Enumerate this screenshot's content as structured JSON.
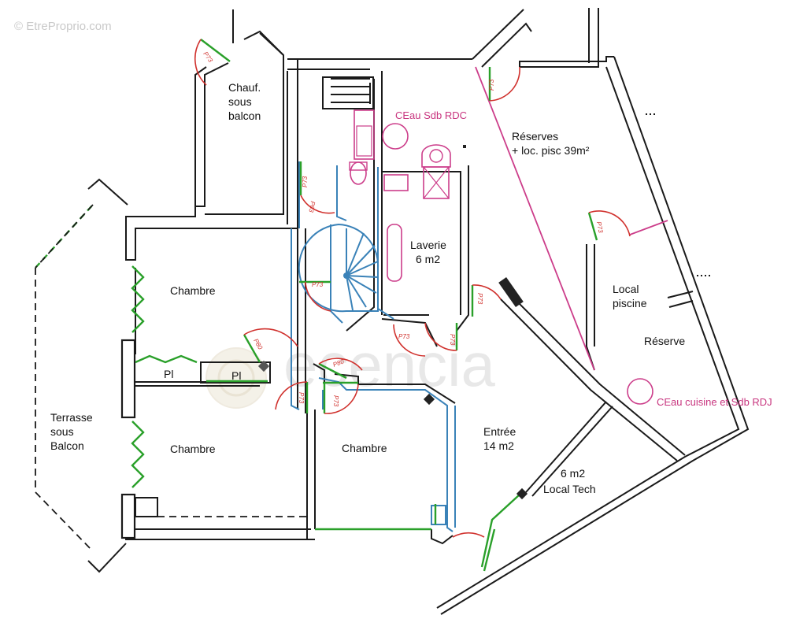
{
  "watermark": "© EtreProprio.com",
  "agency_logo": "ecencia",
  "rooms": {
    "chauf": [
      "Chauf.",
      "sous",
      "balcon"
    ],
    "reserves": [
      "Réserves",
      "+ loc. pisc 39m²"
    ],
    "ceau_sdb_rdc": "CEau Sdb RDC",
    "laverie": [
      "Laverie",
      "6 m2"
    ],
    "chambre_top": "Chambre",
    "chambre_left": "Chambre",
    "chambre_mid": "Chambre",
    "pl_left": "Pl",
    "pl_right": "Pl",
    "terrasse": [
      "Terrasse",
      "sous",
      "Balcon"
    ],
    "local_piscine": [
      "Local",
      "piscine"
    ],
    "reserve": "Réserve",
    "ceau_cuisine": "CEau cuisine et Sdb RDJ",
    "entree": [
      "Entrée",
      "14 m2"
    ],
    "local_tech": [
      "6 m2",
      "Local Tech"
    ]
  },
  "door_tags": {
    "d1": "P73",
    "d2": "P73",
    "d3": "P63",
    "d4": "P73",
    "d5": "P73",
    "d6": "P80",
    "d7": "P80",
    "d8": "P73",
    "d9": "P73",
    "d10": "P73",
    "d11": "P73",
    "d12": "P73",
    "d13": "P73"
  }
}
